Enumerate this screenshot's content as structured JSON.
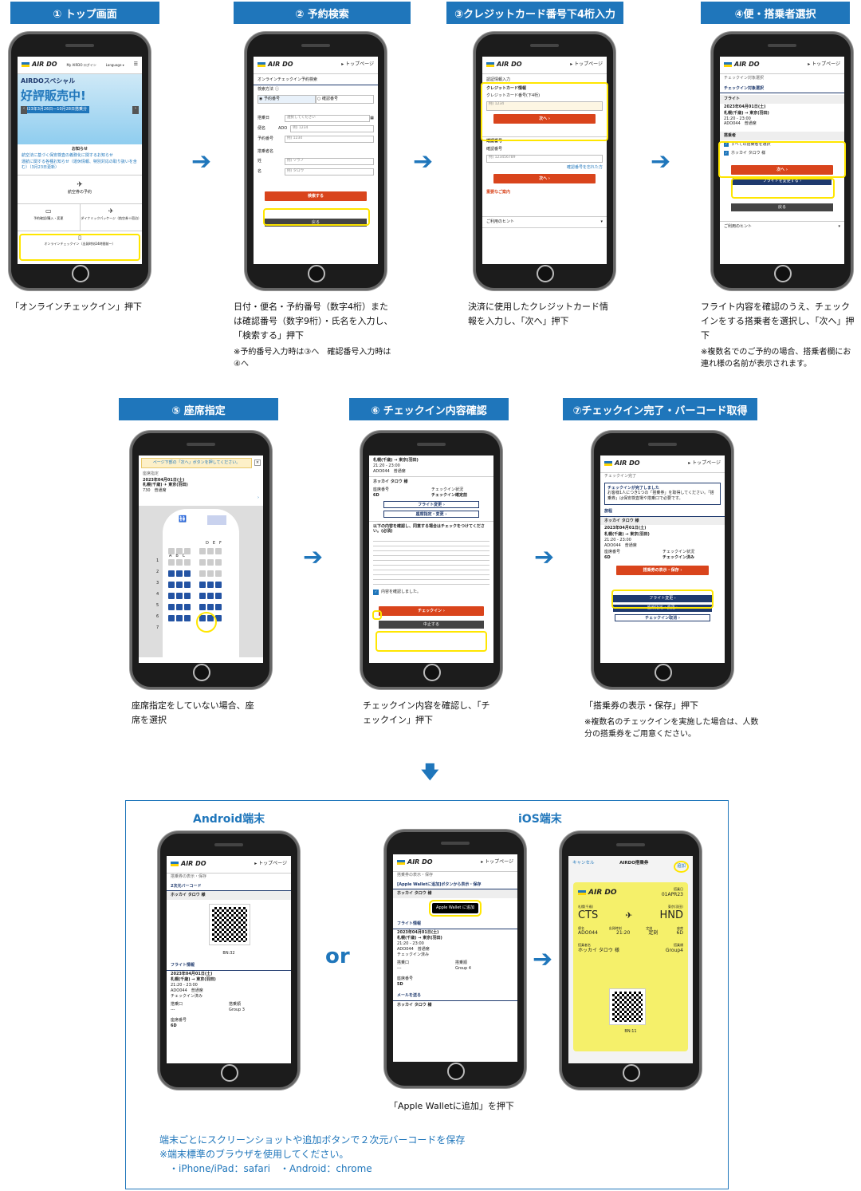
{
  "steps": [
    {
      "title": "① トップ画面"
    },
    {
      "title": "② 予約検索"
    },
    {
      "title": "③クレジットカード番号下4桁入力"
    },
    {
      "title": "④便・搭乗者選択"
    },
    {
      "title": "⑤ 座席指定"
    },
    {
      "title": "⑥ チェックイン内容確認"
    },
    {
      "title": "⑦チェックイン完了・バーコード取得"
    }
  ],
  "desc": {
    "s1": "「オンラインチェックイン」押下",
    "s2": "日付・便名・予約番号（数字4桁）または確認番号（数字9桁）・氏名を入力し、「検索する」押下",
    "s2_note": "※予約番号入力時は③へ　確認番号入力時は④へ",
    "s3": "決済に使用したクレジットカード情報を入力し、「次へ」押下",
    "s4": "フライト内容を確認のうえ、チェックインをする搭乗者を選択し、「次へ」押下",
    "s4_note": "※複数名でのご予約の場合、搭乗者欄にお連れ様の名前が表示されます。",
    "s5": "座席指定をしていない場合、座席を選択",
    "s6": "チェックイン内容を確認し、「チェックイン」押下",
    "s7": "「搭乗券の表示・保存」押下",
    "s7_note": "※複数名のチェックインを実施した場合は、人数分の搭乗券をご用意ください。"
  },
  "bottom": {
    "android_label": "Android端末",
    "ios_label": "iOS端末",
    "or": "or",
    "ios_desc": "「Apple Walletに追加」を押下",
    "footer1": "端末ごとにスクリーンショットや追加ボタンで２次元バーコードを保存",
    "footer2": "※端末標準のブラウザを使用してください。",
    "footer3": "・iPhone/iPad：safari　・Android：chrome"
  },
  "screens": {
    "logo": "AIR DO",
    "top_page": "▸ トップページ",
    "s1": {
      "mypage": "My AIRDO ログイン",
      "lang": "Language ▾",
      "banner1": "AIRDOスペシャル",
      "banner2": "好評販売中!",
      "banner3": "2023年3月26日—10月28日搭乗分",
      "news": "お知らせ",
      "n1": "航空法に基づく保安検査の義務化に関するお知らせ",
      "n2": "運航に関する各種お知らせ（運休情報、特別対応の取り扱いを含む）（3月23日更新）",
      "b_ticket": "航空券の予約",
      "b_manage": "予約確認/購入・変更",
      "b_dyn": "ダイナミックパッケージ（航空券＋宿泊）",
      "b_checkin": "オンラインチェックイン（出発時刻24時間前〜）"
    },
    "s2": {
      "head": "オンラインチェックイン予約検索",
      "method": "検索方法",
      "opt1": "予約番号",
      "opt2": "確認番号",
      "date": "搭乗日",
      "date_ph": "選択してください",
      "flight": "便名",
      "flight_prefix": "ADO",
      "flight_ph": "例) 1234",
      "resv": "予約番号",
      "resv_ph": "例) 1234",
      "name": "搭乗者名",
      "last": "姓",
      "last_ph": "例) ソラノ",
      "first": "名",
      "first_ph": "例) タロウ",
      "search": "検索する",
      "back": "戻る"
    },
    "s3": {
      "head": "認証情報入力",
      "cc_title": "クレジットカード情報",
      "cc_label": "クレジットカード番号(下4桁)",
      "cc_ph": "例) 1234",
      "next": "次へ",
      "conf": "確認番号",
      "conf_ph": "例) 123456789",
      "conf_link": "確認番号を忘れた方",
      "next2": "次へ",
      "important": "重要なご案内",
      "hint": "ご利用のヒント"
    },
    "s4": {
      "head": "チェックイン対象選択",
      "sub": "チェックイン対象選択",
      "flight": "フライト",
      "date": "2023年04月01日(土)",
      "route": "札幌(千歳) → 東京(羽田)",
      "time": "21:20 - 23:00",
      "fno": "ADO044　普通席",
      "pax": "搭乗者",
      "all": "すべての搭乗者を選択",
      "p1": "ホッカイ タロウ 様",
      "next": "次へ",
      "change": "フライトを変更する",
      "back": "戻る",
      "hint": "ご利用のヒント"
    },
    "s5": {
      "banner": "ページ下部の「次へ」ボタンを押してください。",
      "head": "座席指定",
      "date": "2023年04月01日(土)",
      "route": "札幌(千歳) ✈ 東京(羽田)",
      "fno": "730　普通席",
      "rows": [
        "1",
        "2",
        "3",
        "4",
        "5",
        "6",
        "7"
      ],
      "cols_l": [
        "A",
        "B",
        "C"
      ],
      "cols_r": [
        "D",
        "E",
        "F"
      ]
    },
    "s6": {
      "route": "札幌(千歳) → 東京(羽田)",
      "time": "21:20 - 23:00",
      "fno": "ADO044　普通席",
      "name": "ホッカイ タロウ 様",
      "seat_lbl": "座席番号",
      "seat": "6D",
      "status_lbl": "チェックイン状況",
      "status": "チェックイン確定前",
      "b1": "フライト変更",
      "b2": "座席指定・変更",
      "agree": "以下の内容を確認し、同意する場合はチェックをつけてください。(必須)",
      "check": "内容を確認しました。",
      "checkin": "チェックイン",
      "stop": "中止する"
    },
    "s7": {
      "head": "チェックイン完了",
      "box_title": "チェックインが完了しました",
      "box_text": "お客様1人につき1つの「搭乗券」を取得してください。「搭乗券」は保安検査場や搭乗口で必要です。",
      "sec": "旅程",
      "name": "ホッカイ タロウ 様",
      "date": "2023年04月01日(土)",
      "route": "札幌(千歳) → 東京(羽田)",
      "time": "21:20 - 23:00",
      "fno": "ADO044　普通席",
      "seat_lbl": "座席番号",
      "seat": "6D",
      "st_lbl": "チェックイン状況",
      "st": "チェックイン済み",
      "show": "搭乗券の表示・保存",
      "b1": "フライト変更",
      "b2": "座席指定・変更",
      "b3": "チェックイン取消"
    },
    "and": {
      "head": "搭乗券の表示・保存",
      "sub": "2次元バーコード",
      "name": "ホッカイ タロウ 様",
      "bn": "BN:32",
      "flight": "フライト情報",
      "date": "2023年04月01日(土)",
      "route": "札幌(千歳) → 東京(羽田)",
      "time": "21:20 - 23:00",
      "fno": "ADO044　普通席",
      "status": "チェックイン済み",
      "gate_lbl": "搭乗口",
      "gate": "---",
      "grp_lbl": "搭乗順",
      "grp": "Group 3",
      "seat_lbl": "座席番号",
      "seat": "6D"
    },
    "ios1": {
      "head": "搭乗券の表示・保存",
      "sub": "[Apple Walletに追加]ボタンから表示・保存",
      "name": "ホッカイ タロウ 様",
      "wallet": "Apple Wallet に追加",
      "flight": "フライト情報",
      "date": "2023年04月01日(土)",
      "route": "札幌(千歳) → 東京(羽田)",
      "time": "21:20 - 23:00",
      "fno": "ADO044　普通席",
      "status": "チェックイン済み",
      "gate_lbl": "搭乗口",
      "gate": "---",
      "grp_lbl": "搭乗順",
      "grp": "Group 4",
      "seat_lbl": "座席番号",
      "seat": "5D",
      "mail": "メールを送る",
      "mail_name": "ホッカイ タロウ 様"
    },
    "ios2": {
      "cancel": "キャンセル",
      "title": "AIRDO搭乗券",
      "add": "追加",
      "date_lbl": "搭乗日",
      "date": "01APR23",
      "from_lbl": "札幌(千歳)",
      "from": "CTS",
      "to_lbl": "東京(羽田)",
      "to": "HND",
      "fno_lbl": "便名",
      "fno": "ADO044",
      "dep_lbl": "出発時刻",
      "dep": "21:20",
      "st_lbl": "定刻",
      "seat_lbl": "座席",
      "seat": "6D",
      "name_lbl": "搭乗者名",
      "name": "ホッカイ タロウ 様",
      "grp_lbl": "搭乗順",
      "grp": "Group4",
      "bn": "BN:11"
    }
  },
  "colors": {
    "title_bg": "#1f76bb",
    "orange": "#d9441c",
    "navy": "#1f3a6e",
    "yellow": "#ffe600",
    "wallet": "#f5f06a"
  }
}
